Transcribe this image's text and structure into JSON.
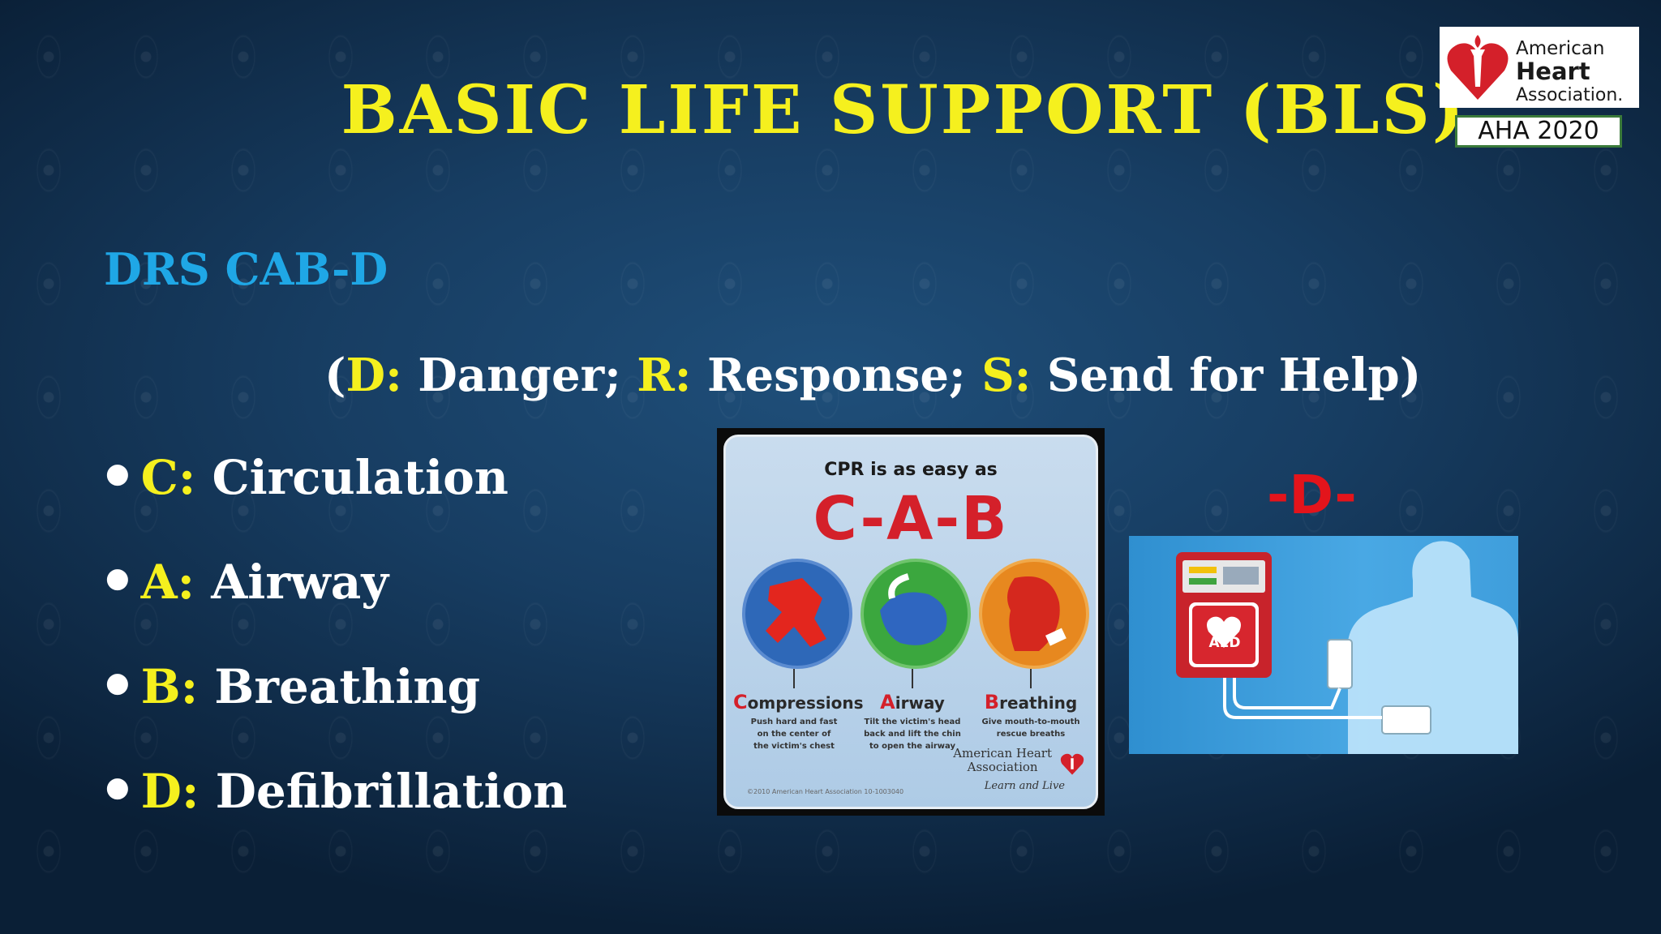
{
  "slide": {
    "title": "BASIC LIFE SUPPORT (BLS)",
    "subtitle": "DRS CAB-D",
    "drs": [
      {
        "key": "D:",
        "text": " Danger; "
      },
      {
        "key": "R:",
        "text": " Response; "
      },
      {
        "key": "S:",
        "text": " Send for Help"
      }
    ],
    "bullets": [
      {
        "key": "C:",
        "text": " Circulation"
      },
      {
        "key": "A:",
        "text": " Airway"
      },
      {
        "key": "B:",
        "text": " Breathing"
      },
      {
        "key": "D:",
        "text": " Defibrillation"
      }
    ],
    "d_label": "-D-"
  },
  "poster": {
    "heading": "CPR is as easy as",
    "cab": "C-A-B",
    "steps": [
      {
        "cap": "C",
        "rest": "ompressions",
        "desc1": "Push hard and fast",
        "desc2": "on the center of",
        "desc3": "the victim's chest"
      },
      {
        "cap": "A",
        "rest": "irway",
        "desc1": "Tilt the victim's head",
        "desc2": "back and lift the chin",
        "desc3": "to open the airway"
      },
      {
        "cap": "B",
        "rest": "reathing",
        "desc1": "Give mouth-to-mouth",
        "desc2": "rescue breaths",
        "desc3": ""
      }
    ],
    "org_line1": "American Heart",
    "org_line2": "Association",
    "tagline": "Learn and Live",
    "copyright": "©2010 American Heart Association 10-1003040"
  },
  "aed": {
    "device_label": "AED"
  },
  "logo": {
    "line1": "American",
    "line2": "Heart",
    "line3": "Association.",
    "year_badge": "AHA 2020"
  },
  "colors": {
    "title_yellow": "#f5f01e",
    "subtitle_blue": "#1fa7e6",
    "d_red": "#e3141b",
    "aha_red": "#d4202a"
  }
}
